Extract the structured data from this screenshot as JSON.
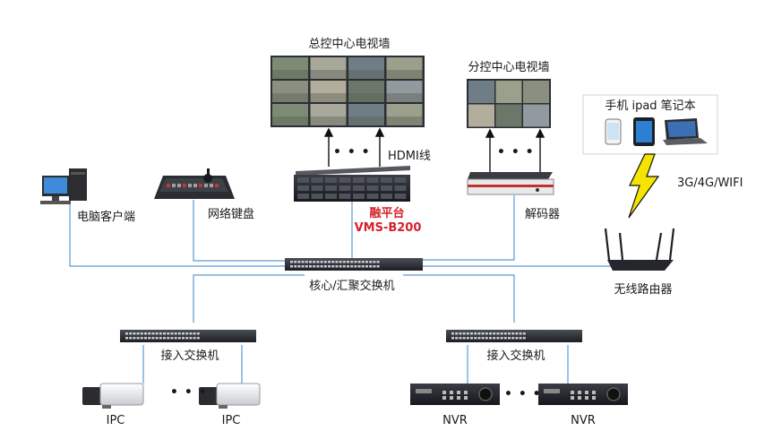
{
  "labels": {
    "main_wall": "总控中心电视墙",
    "sub_wall": "分控中心电视墙",
    "devices": "手机 ipad  笔记本",
    "hdmi": "HDMI线",
    "platform_name": "融平台",
    "platform_model": "VMS-B200",
    "decoder": "解码器",
    "pc_client": "电脑客户端",
    "net_keyboard": "网络键盘",
    "wireless_link": "3G/4G/WIFI",
    "core_switch": "核心/汇聚交换机",
    "router": "无线路由器",
    "access_switch_left": "接入交换机",
    "access_switch_right": "接入交换机",
    "ipc_1": "IPC",
    "ipc_2": "IPC",
    "nvr_1": "NVR",
    "nvr_2": "NVR",
    "ellipsis": "• • •"
  },
  "colors": {
    "link_line": "#5b9bd5",
    "accent_red": "#d4212a",
    "lightning": "#f5e300",
    "device_dark": "#2a2c30"
  }
}
